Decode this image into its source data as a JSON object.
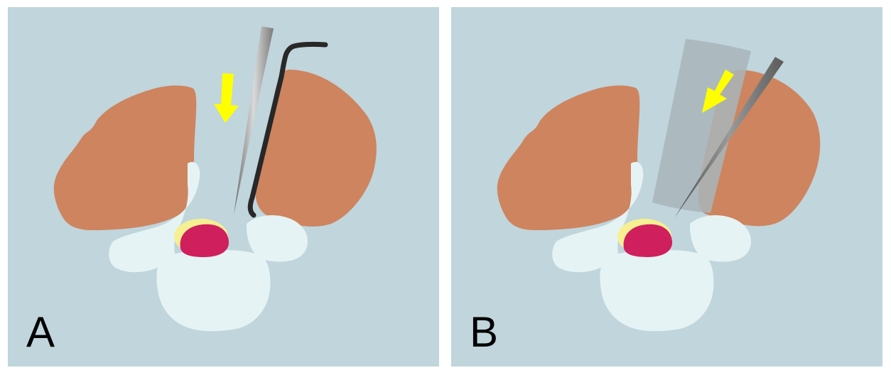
{
  "figure": {
    "panels": [
      {
        "label": "A"
      },
      {
        "label": "B"
      }
    ]
  },
  "colors": {
    "background": "#c0d5dc",
    "muscle": "#ce845e",
    "bone": "#e6f3f4",
    "nerve_sheath": "#f6f092",
    "nerve_core": "#cf1f5d",
    "arrow": "#ffff00",
    "needle_dark": "#555555",
    "needle_light": "#d8d8d8",
    "wire": "#282828",
    "retractor": "#a8b5ba"
  },
  "icons": {
    "arrow": "yellow-direction-arrow",
    "needle": "needle-icon",
    "wire": "guide-wire-icon",
    "retractor": "tubular-retractor-icon"
  }
}
